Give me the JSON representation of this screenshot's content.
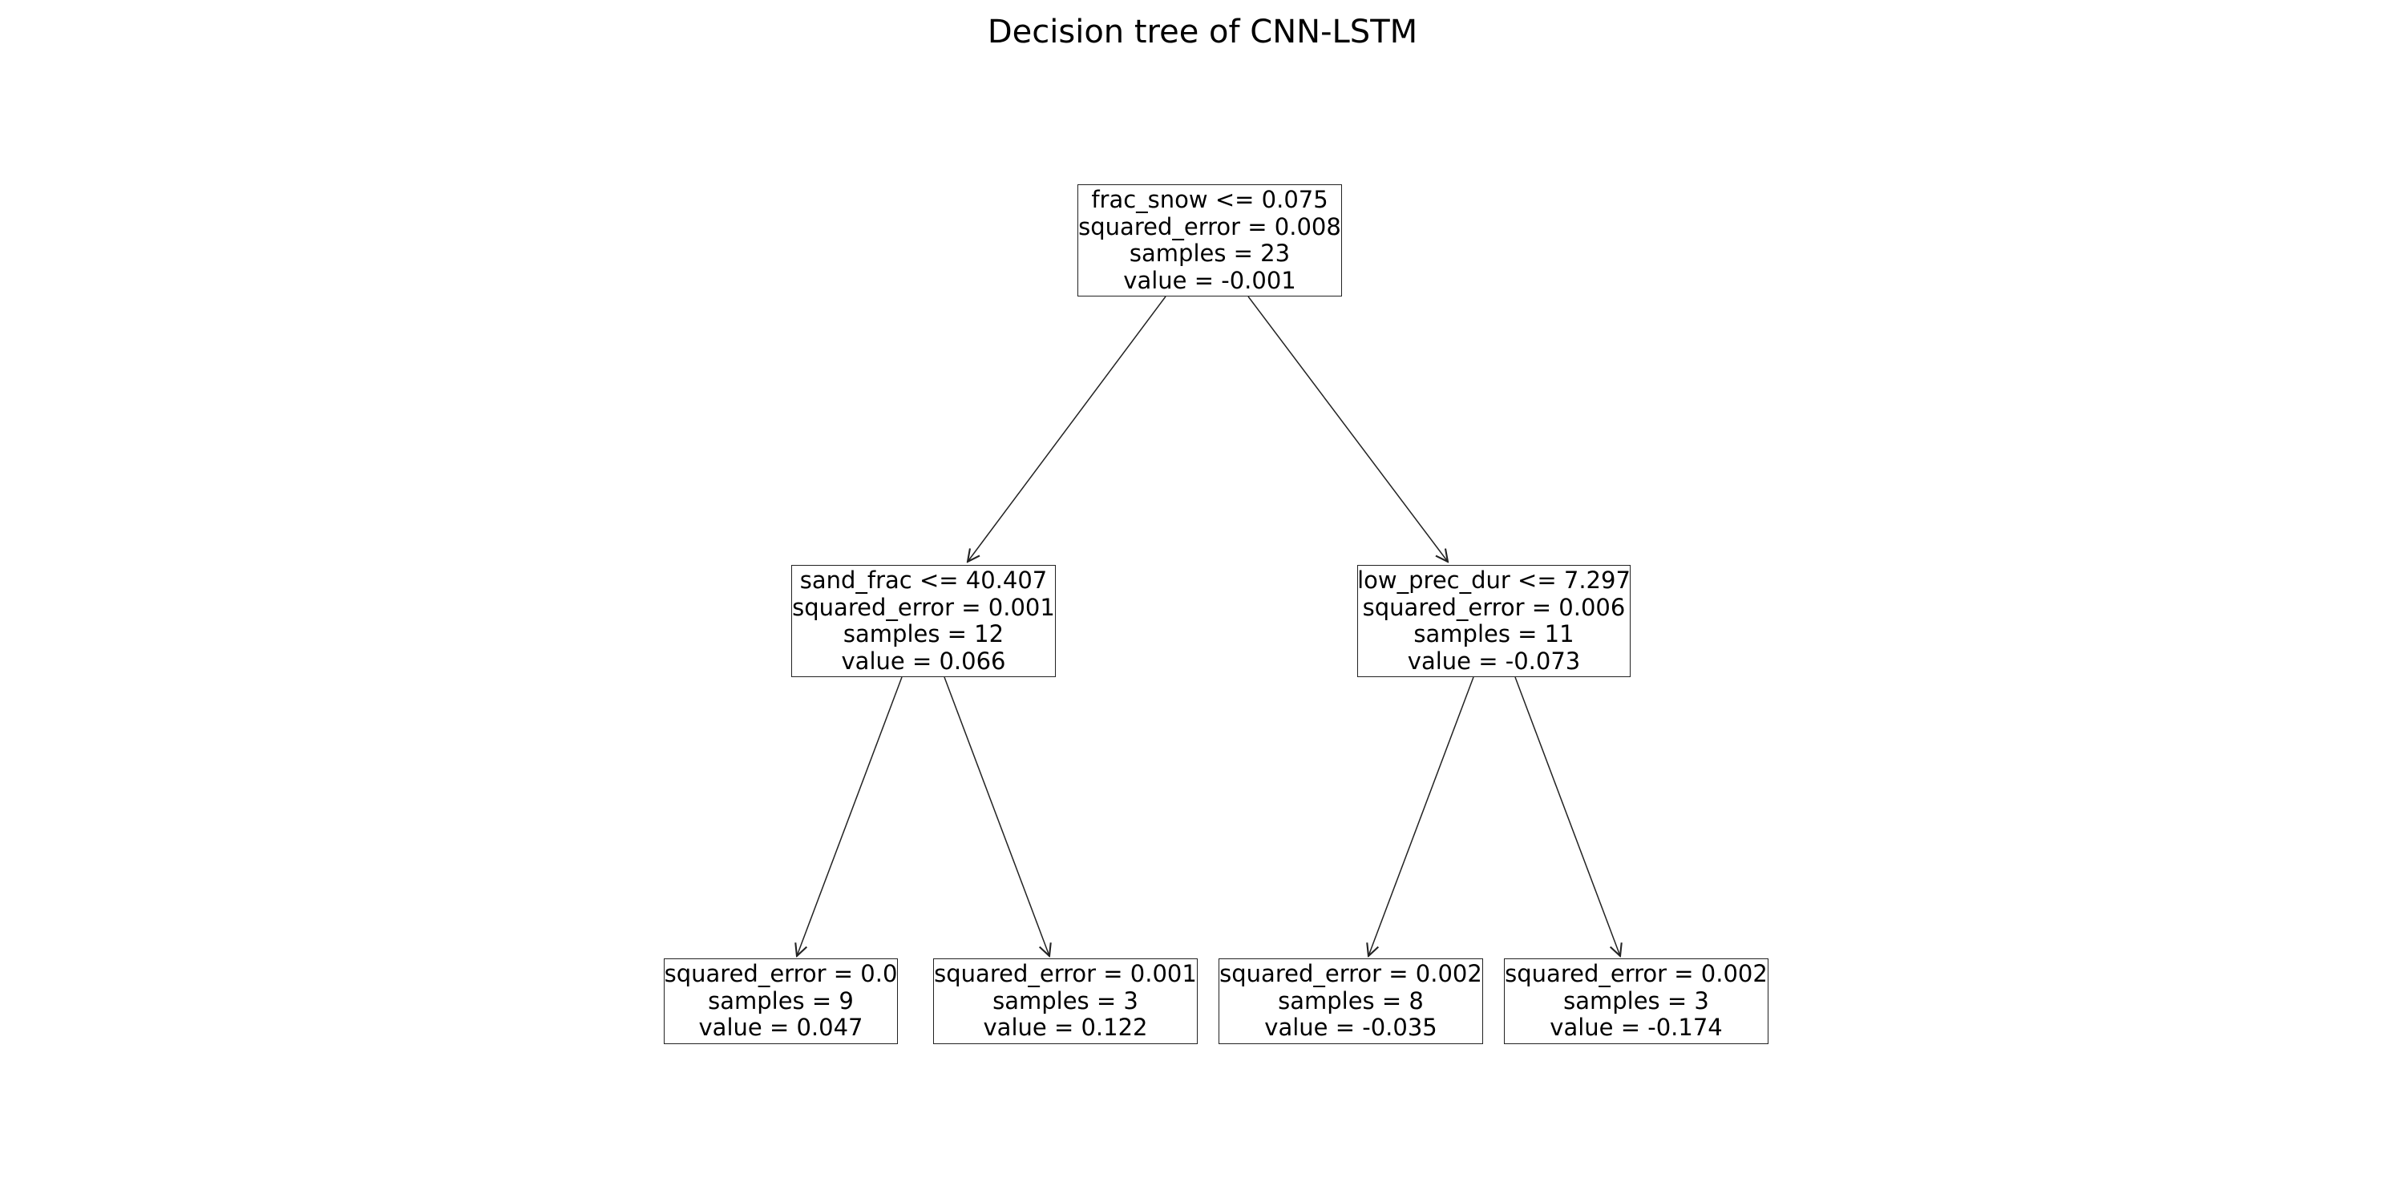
{
  "title": "Decision tree of CNN-LSTM",
  "tree": {
    "root": {
      "condition": "frac_snow <= 0.075",
      "squared_error": "squared_error = 0.008",
      "samples": "samples = 23",
      "value": "value = -0.001"
    },
    "left": {
      "condition": "sand_frac <= 40.407",
      "squared_error": "squared_error = 0.001",
      "samples": "samples = 12",
      "value": "value = 0.066"
    },
    "right": {
      "condition": "low_prec_dur <= 7.297",
      "squared_error": "squared_error = 0.006",
      "samples": "samples = 11",
      "value": "value = -0.073"
    },
    "left_left": {
      "squared_error": "squared_error = 0.0",
      "samples": "samples = 9",
      "value": "value = 0.047"
    },
    "left_right": {
      "squared_error": "squared_error = 0.001",
      "samples": "samples = 3",
      "value": "value = 0.122"
    },
    "right_left": {
      "squared_error": "squared_error = 0.002",
      "samples": "samples = 8",
      "value": "value = -0.035"
    },
    "right_right": {
      "squared_error": "squared_error = 0.002",
      "samples": "samples = 3",
      "value": "value = -0.174"
    }
  }
}
